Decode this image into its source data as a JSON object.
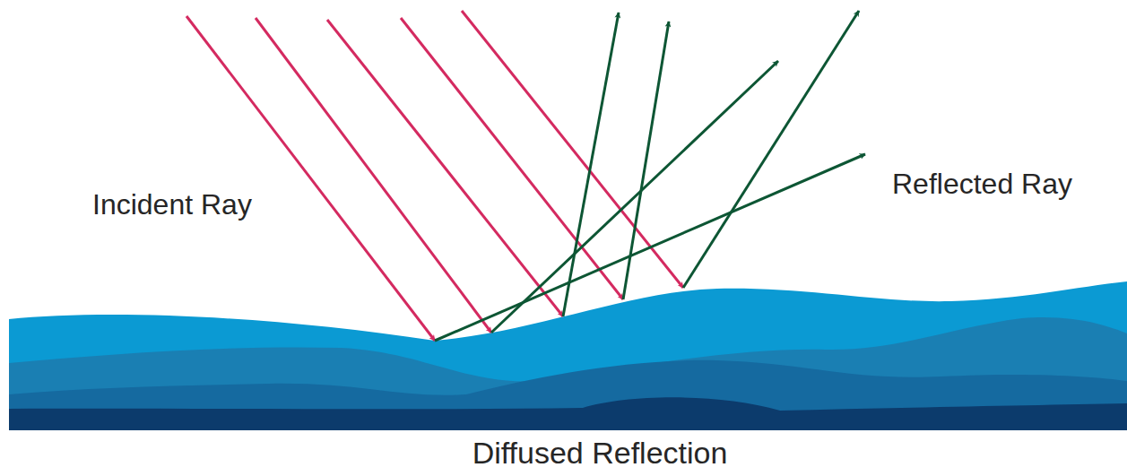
{
  "diagram": {
    "caption": "Diffused Reflection",
    "labels": [
      "Incident Ray",
      "Reflected Ray"
    ]
  }
}
